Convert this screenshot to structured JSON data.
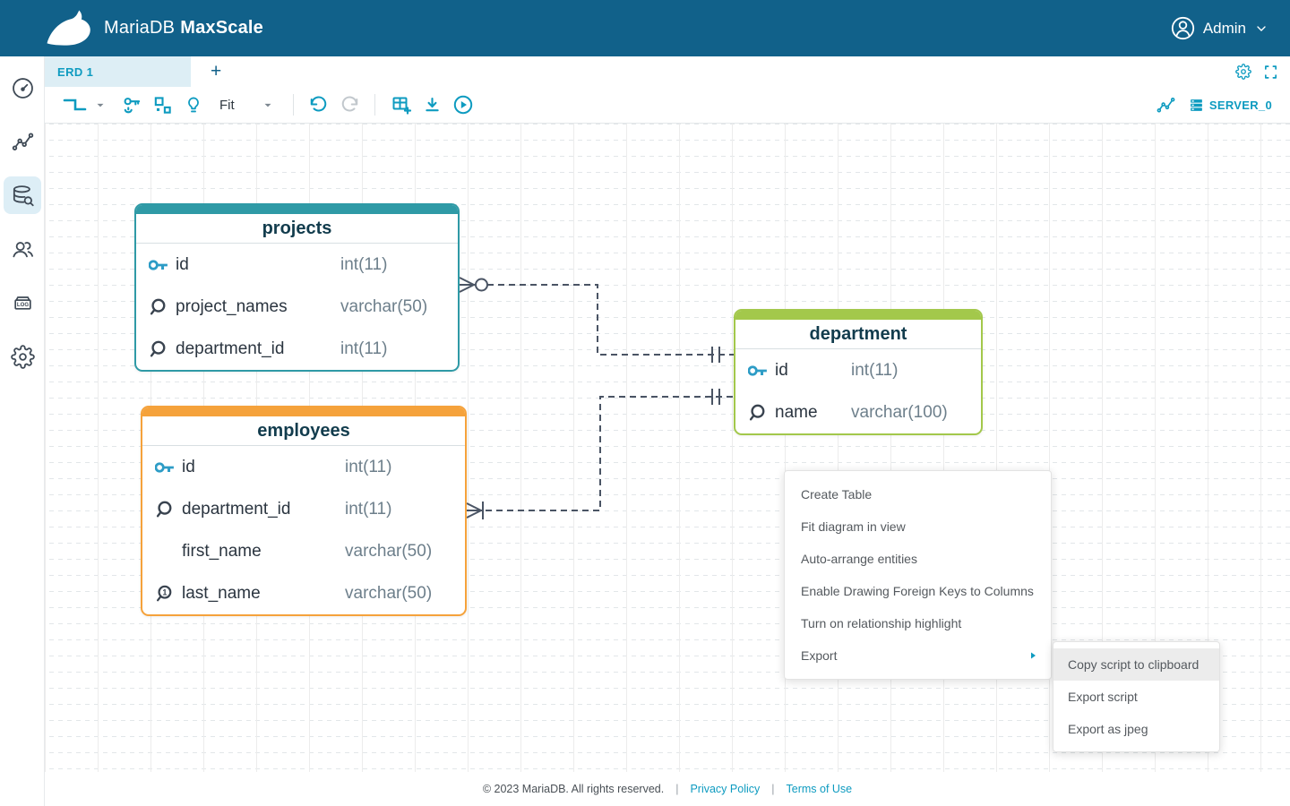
{
  "header": {
    "brand_primary": "MariaDB",
    "brand_secondary": "MaxScale",
    "user_label": "Admin"
  },
  "tabbar": {
    "active_tab": "ERD 1",
    "new_tab_label": "+"
  },
  "toolbar": {
    "zoom_value": "Fit",
    "server_label": "SERVER_0",
    "icons": [
      "relationship-shape-icon",
      "draw-foreign-key-icon",
      "auto-arrange-icon",
      "lightbulb-icon",
      "undo-icon",
      "redo-icon",
      "add-table-icon",
      "export-icon",
      "run-icon",
      "visualize-icon",
      "server-icon"
    ]
  },
  "sidebar": {
    "log_label": "LOG",
    "items": [
      "dashboard",
      "visualization",
      "query-editor",
      "users",
      "logs",
      "settings"
    ],
    "active_item": "query-editor"
  },
  "colors": {
    "header_bg": "#11618a",
    "accent_blue": "#0e9bc0",
    "relationship_line": "#4a5464",
    "projects_accent": "#2f9aa6",
    "employees_accent": "#f5a23b",
    "department_accent": "#a3c84b"
  },
  "erd": {
    "tables": [
      {
        "name": "projects",
        "color": "#2f9aa6",
        "columns": [
          {
            "icon": "key-icon",
            "name": "id",
            "type": "int(11)"
          },
          {
            "icon": "magnifier-icon",
            "name": "project_names",
            "type": "varchar(50)"
          },
          {
            "icon": "magnifier-icon",
            "name": "department_id",
            "type": "int(11)"
          }
        ]
      },
      {
        "name": "employees",
        "color": "#f5a23b",
        "columns": [
          {
            "icon": "key-icon",
            "name": "id",
            "type": "int(11)"
          },
          {
            "icon": "magnifier-icon",
            "name": "department_id",
            "type": "int(11)"
          },
          {
            "icon": "none",
            "name": "first_name",
            "type": "varchar(50)"
          },
          {
            "icon": "magnifier-1-icon",
            "name": "last_name",
            "type": "varchar(50)"
          }
        ]
      },
      {
        "name": "department",
        "color": "#a3c84b",
        "columns": [
          {
            "icon": "key-icon",
            "name": "id",
            "type": "int(11)"
          },
          {
            "icon": "magnifier-icon",
            "name": "name",
            "type": "varchar(100)"
          }
        ]
      }
    ],
    "relationships": [
      {
        "from": "projects",
        "to": "department"
      },
      {
        "from": "employees",
        "to": "department"
      }
    ]
  },
  "context_menu": {
    "items": [
      "Create Table",
      "Fit diagram in view",
      "Auto-arrange entities",
      "Enable Drawing Foreign Keys to Columns",
      "Turn on relationship highlight",
      "Export"
    ]
  },
  "export_submenu": {
    "items": [
      "Copy script to clipboard",
      "Export script",
      "Export as jpeg"
    ],
    "highlighted_item": "Copy script to clipboard"
  },
  "footer": {
    "copyright": "© 2023 MariaDB. All rights reserved.",
    "link_privacy": "Privacy Policy",
    "link_terms": "Terms of Use",
    "separator": "|"
  }
}
